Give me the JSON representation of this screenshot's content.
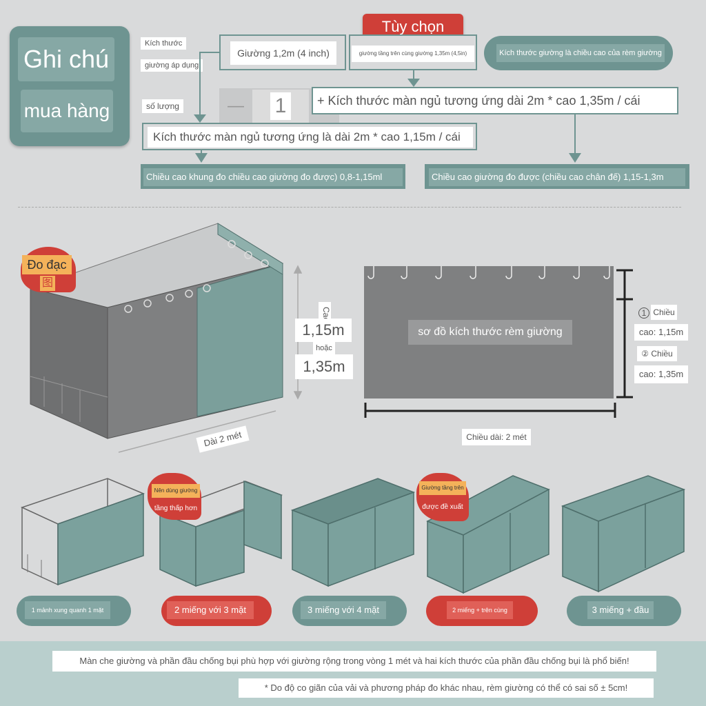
{
  "header": {
    "ghi_chu": "Ghi chú",
    "mua_hang": "mua hàng",
    "kich_thuoc": "Kích thước",
    "giuong_ap_dung": "giường áp dụng",
    "so_luong": "số lượng",
    "option_1": "Giường 1,2m (4 inch)",
    "tuy_chon": "Tùy chọn",
    "option_2": "giường tầng trên cùng giường 1,35m (4,5in)",
    "note_curtain": "Kích thước giường là chiều cao của rèm giường",
    "qty_minus": "—",
    "qty_value": "1",
    "qty_plus": "+",
    "size_135": "+ Kích thước màn ngủ tương ứng dài 2m * cao 1,35m / cái",
    "size_115": "Kích thước màn ngủ tương ứng là dài 2m * cao 1,15m / cái",
    "height_left": "Chiều cao khung đo chiều cao giường đo được) 0,8-1,15ml",
    "height_right": "Chiều cao giường đo được (chiều cao chân đế) 1,15-1,3m"
  },
  "measure": {
    "do_dac": "Đo đạc",
    "do_dac_icon": "图",
    "cao": "Cao",
    "h1": "1,15m",
    "hoac": "hoặc",
    "h2": "1,35m",
    "dai": "Dài 2 mét",
    "diagram_title": "sơ đồ kích thước rèm giường",
    "circle_1": "1",
    "chieu_1": "Chiều",
    "cao_1": "cao: 1,15m",
    "chieu_2": "② Chiều",
    "cao_2": "cao: 1,35m",
    "chieu_dai": "Chiều dài: 2 mét"
  },
  "options": [
    {
      "label": "1 mảnh xung quanh 1 mặt",
      "highlight": false
    },
    {
      "label": "2 miếng với 3 mặt",
      "highlight": true
    },
    {
      "label": "3 miếng với 4 mặt",
      "highlight": false
    },
    {
      "label": "2 miếng + trên cùng",
      "highlight": true
    },
    {
      "label": "3 miếng + đầu",
      "highlight": false
    }
  ],
  "badges": {
    "b1_line1": "Nên dùng giường",
    "b1_line2": "tầng thấp hơn",
    "b2_line1": "Giường tầng trên",
    "b2_line2": "được đề xuất"
  },
  "footer": {
    "line1": "Màn che giường và phần đầu chống bụi phù hợp với giường rộng trong vòng 1 mét và hai kích thước của phần đầu chống bụi là phổ biến!",
    "line2": "* Do độ co giãn của vải và phương pháp đo khác nhau, rèm giường có thể có sai số ± 5cm!"
  },
  "colors": {
    "teal": "#6e9491",
    "red": "#cf3f38",
    "grey_bg": "#d9dadb",
    "curtain_grey": "#7f8081"
  }
}
